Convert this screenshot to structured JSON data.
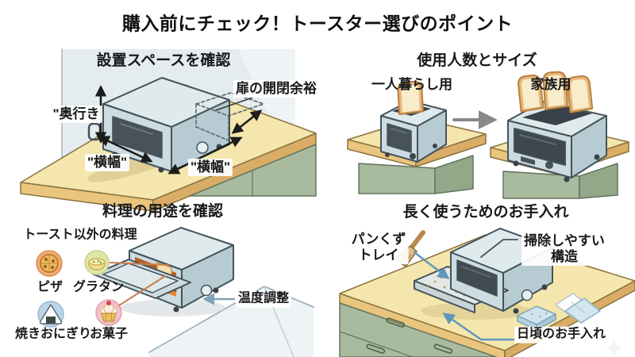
{
  "title": "購入前にチェック！トースター選びのポイント",
  "sections": {
    "install": {
      "heading": "設置スペースを確認",
      "depth_label": "\"奥行き",
      "door_clearance_label": "扉の開閉余裕",
      "width_label_left": "\"横幅\"",
      "width_label_right": "\"横幅\""
    },
    "size": {
      "heading": "使用人数とサイズ",
      "single_label": "一人暮らし用",
      "family_label": "家族用"
    },
    "usage": {
      "heading": "料理の用途を確認",
      "subheading": "トースト以外の料理",
      "foods": [
        {
          "label": "ピザ",
          "icon": "pizza-icon"
        },
        {
          "label": "グラタン",
          "icon": "gratin-icon"
        },
        {
          "label": "焼きおにぎり",
          "icon": "onigiri-icon"
        },
        {
          "label": "お菓子",
          "icon": "cupcake-icon"
        }
      ],
      "temperature_label": "温度調整"
    },
    "care": {
      "heading": "長く使うためのお手入れ",
      "crumb_tray_line1": "パンくず",
      "crumb_tray_line2": "トレイ",
      "easy_clean_line1": "掃除しやすい",
      "easy_clean_line2": "構造",
      "daily_care_label": "日頃のお手入れ"
    }
  },
  "colors": {
    "background": "#ffffff",
    "counter_top": "#f4e6ac",
    "counter_edge": "#e9c57e",
    "counter_edge_dark": "#d9ad66",
    "cabinet_green": "#a9bb9e",
    "toaster_body": "#ccdce1",
    "toaster_top": "#dfeaec",
    "toaster_side": "#b7cbd2",
    "window_dark": "#424a52",
    "oven_glow": "#e8872f",
    "bread_crust": "#e7b877",
    "wall": "#e4ecef",
    "arrow_black": "#1c1c1c",
    "arrow_gray": "#85898c",
    "arrow_blue": "#5f97ba",
    "pointer_orange": "#c97e4d",
    "pizza_circle": "#f0ad72",
    "gratin_circle": "#dfe5a8",
    "onigiri_circle": "#bad5e7",
    "sweets_circle": "#f4c0ca"
  }
}
